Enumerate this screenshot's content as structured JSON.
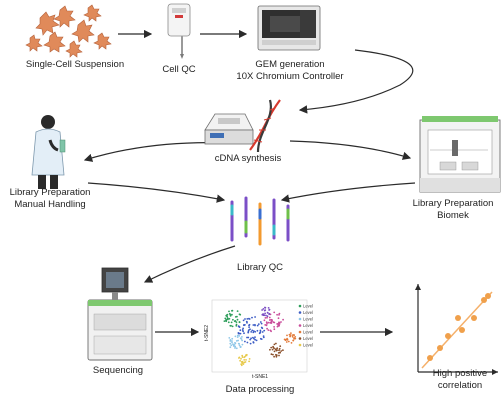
{
  "steps": {
    "suspension": {
      "label": "Single-Cell Suspension"
    },
    "cell_qc": {
      "label": "Cell QC"
    },
    "gem": {
      "line1": "GEM generation",
      "line2": "10X Chromium Controller"
    },
    "cdna": {
      "label": "cDNA synthesis"
    },
    "manual": {
      "line1": "Library Preparation",
      "line2": "Manual Handling"
    },
    "biomek": {
      "line1": "Library Preparation",
      "line2": "Biomek"
    },
    "library_qc": {
      "label": "Library QC"
    },
    "sequencing": {
      "label": "Sequencing"
    },
    "data_processing": {
      "label": "Data processing"
    },
    "correlation": {
      "line1": "High positive",
      "line2": "correlation"
    }
  },
  "tsne_plot": {
    "xlabel": "t-SNE1",
    "ylabel": "t-SNE2",
    "legend": [
      "Level",
      "Level",
      "Level",
      "Level",
      "Level",
      "Level",
      "Level"
    ]
  },
  "colors": {
    "arrow": "#2b2b2b",
    "cell": "#e08a5a",
    "dna_red": "#d63a2e",
    "scatter_point": "#f0a04b",
    "fit_line": "#f5b06a"
  }
}
